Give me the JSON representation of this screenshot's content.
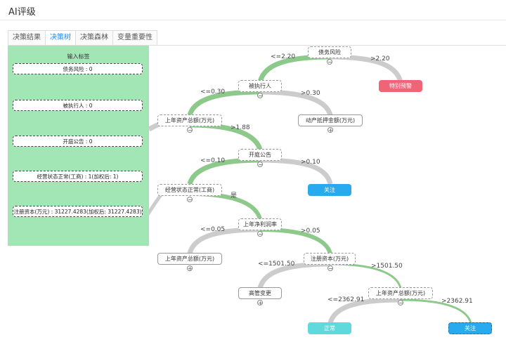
{
  "page": {
    "title": "AI评级"
  },
  "tabs": [
    "决策结果",
    "决策树",
    "决策森林",
    "变量重要性"
  ],
  "panel": {
    "title": "输入标签",
    "fields": [
      "债务风险 : 0",
      "被执行人 : 0",
      "开庭公告 : 0",
      "经营状态正常(工商) : 1(加权后: 1)",
      "注册资本(万元) : 31227.4283(加权后: 31227.4283)"
    ]
  },
  "tree": {
    "nodes": {
      "n1": "债务风险",
      "n2": "被执行人",
      "n3": "特别预警",
      "n4": "上年资产总额(万元)",
      "n5": "动产抵押金额(万元)",
      "n6": "开庭公告",
      "n7": "经营状态正常(工商)",
      "n8": "关注",
      "n9": "上年净利润率",
      "n10": "上年资产总额(万元)",
      "n11": "注册资本(万元)",
      "n12": "高管变更",
      "n13": "上年资产总额(万元)",
      "n14": "正常",
      "n15": "关注"
    },
    "edges": {
      "e1": "<=2.20",
      "e2": ">2.20",
      "e3": "<=0.30",
      "e4": ">0.30",
      "e5": ">1.88",
      "e6": "<=0.10",
      "e7": ">0.10",
      "e8": "是",
      "e9": "<=0.05",
      "e10": ">0.05",
      "e11": "<=1501.50",
      "e12": ">1501.50",
      "e13": "<=2362.91",
      "e14": ">2362.91"
    },
    "colors": {
      "path": "#8cc98a",
      "other": "#cccccc",
      "alert": "#f06478",
      "focus": "#29a9ee",
      "normal": "#5fd9dc"
    }
  }
}
